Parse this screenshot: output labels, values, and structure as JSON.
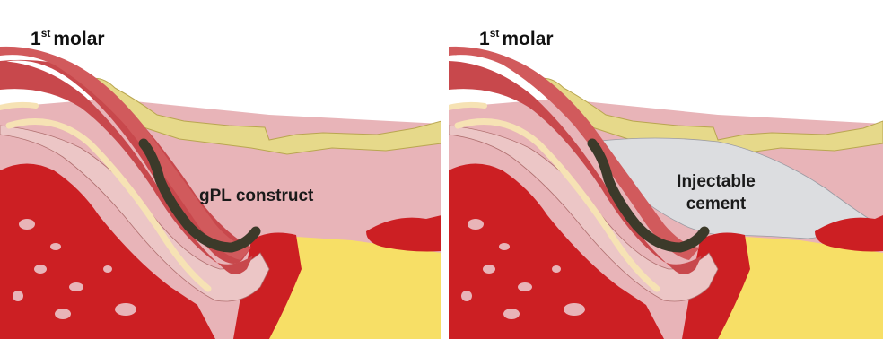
{
  "panels": [
    {
      "title_main": "1",
      "title_sup": "st",
      "title_rest": "molar",
      "label_line1": "gPL construct"
    },
    {
      "title_main": "1",
      "title_sup": "st",
      "title_rest": "molar",
      "label_line1": "Injectable",
      "label_line2": "cement"
    }
  ],
  "colors": {
    "soft_pink": "#e8b4b8",
    "gum_yellow": "#e6d98a",
    "bone_red": "#cc1f23",
    "tooth_red": "#c8484c",
    "pulp_cream": "#f6e2b4",
    "ligament_pink": "#ecc6c6",
    "marrow_yellow": "#f7df66",
    "construct_dark": "#3c3a2a",
    "cement_gray": "#dcdde0"
  }
}
